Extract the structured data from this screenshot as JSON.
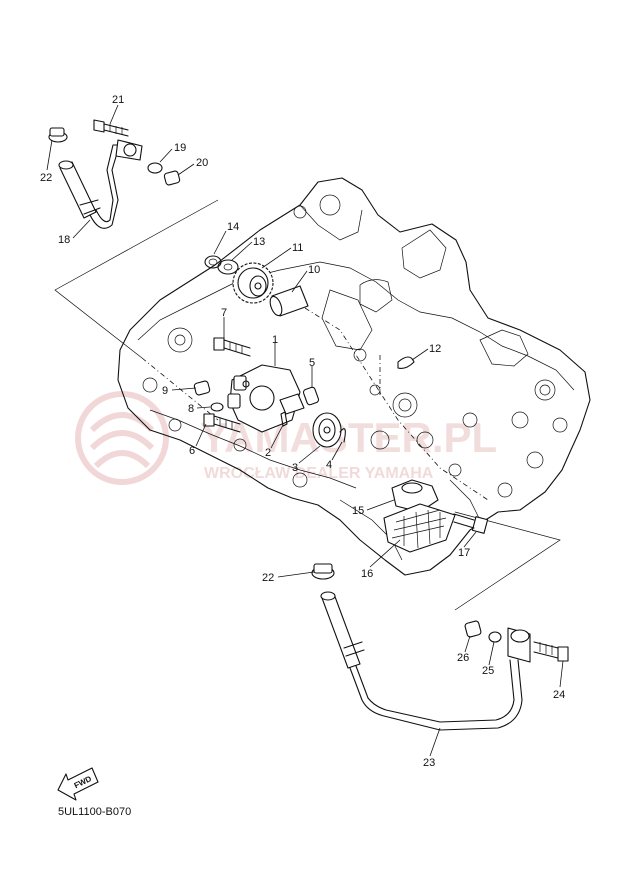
{
  "diagram": {
    "code": "5UL1100-B070",
    "fwd_label": "FWD",
    "watermark": {
      "line1": "YAMASTER.PL",
      "line2": "WROCŁAW DEALER YAMAHA",
      "color": "#e9c3c3"
    },
    "callouts": [
      {
        "id": "c21",
        "label": "21"
      },
      {
        "id": "c22a",
        "label": "22"
      },
      {
        "id": "c19",
        "label": "19"
      },
      {
        "id": "c20",
        "label": "20"
      },
      {
        "id": "c18",
        "label": "18"
      },
      {
        "id": "c14",
        "label": "14"
      },
      {
        "id": "c13",
        "label": "13"
      },
      {
        "id": "c11",
        "label": "11"
      },
      {
        "id": "c10",
        "label": "10"
      },
      {
        "id": "c7",
        "label": "7"
      },
      {
        "id": "c1",
        "label": "1"
      },
      {
        "id": "c5",
        "label": "5"
      },
      {
        "id": "c12",
        "label": "12"
      },
      {
        "id": "c9",
        "label": "9"
      },
      {
        "id": "c8",
        "label": "8"
      },
      {
        "id": "c6",
        "label": "6"
      },
      {
        "id": "c2",
        "label": "2"
      },
      {
        "id": "c3",
        "label": "3"
      },
      {
        "id": "c4",
        "label": "4"
      },
      {
        "id": "c15",
        "label": "15"
      },
      {
        "id": "c17",
        "label": "17"
      },
      {
        "id": "c16",
        "label": "16"
      },
      {
        "id": "c22b",
        "label": "22"
      },
      {
        "id": "c26",
        "label": "26"
      },
      {
        "id": "c25",
        "label": "25"
      },
      {
        "id": "c24",
        "label": "24"
      },
      {
        "id": "c23",
        "label": "23"
      }
    ]
  }
}
